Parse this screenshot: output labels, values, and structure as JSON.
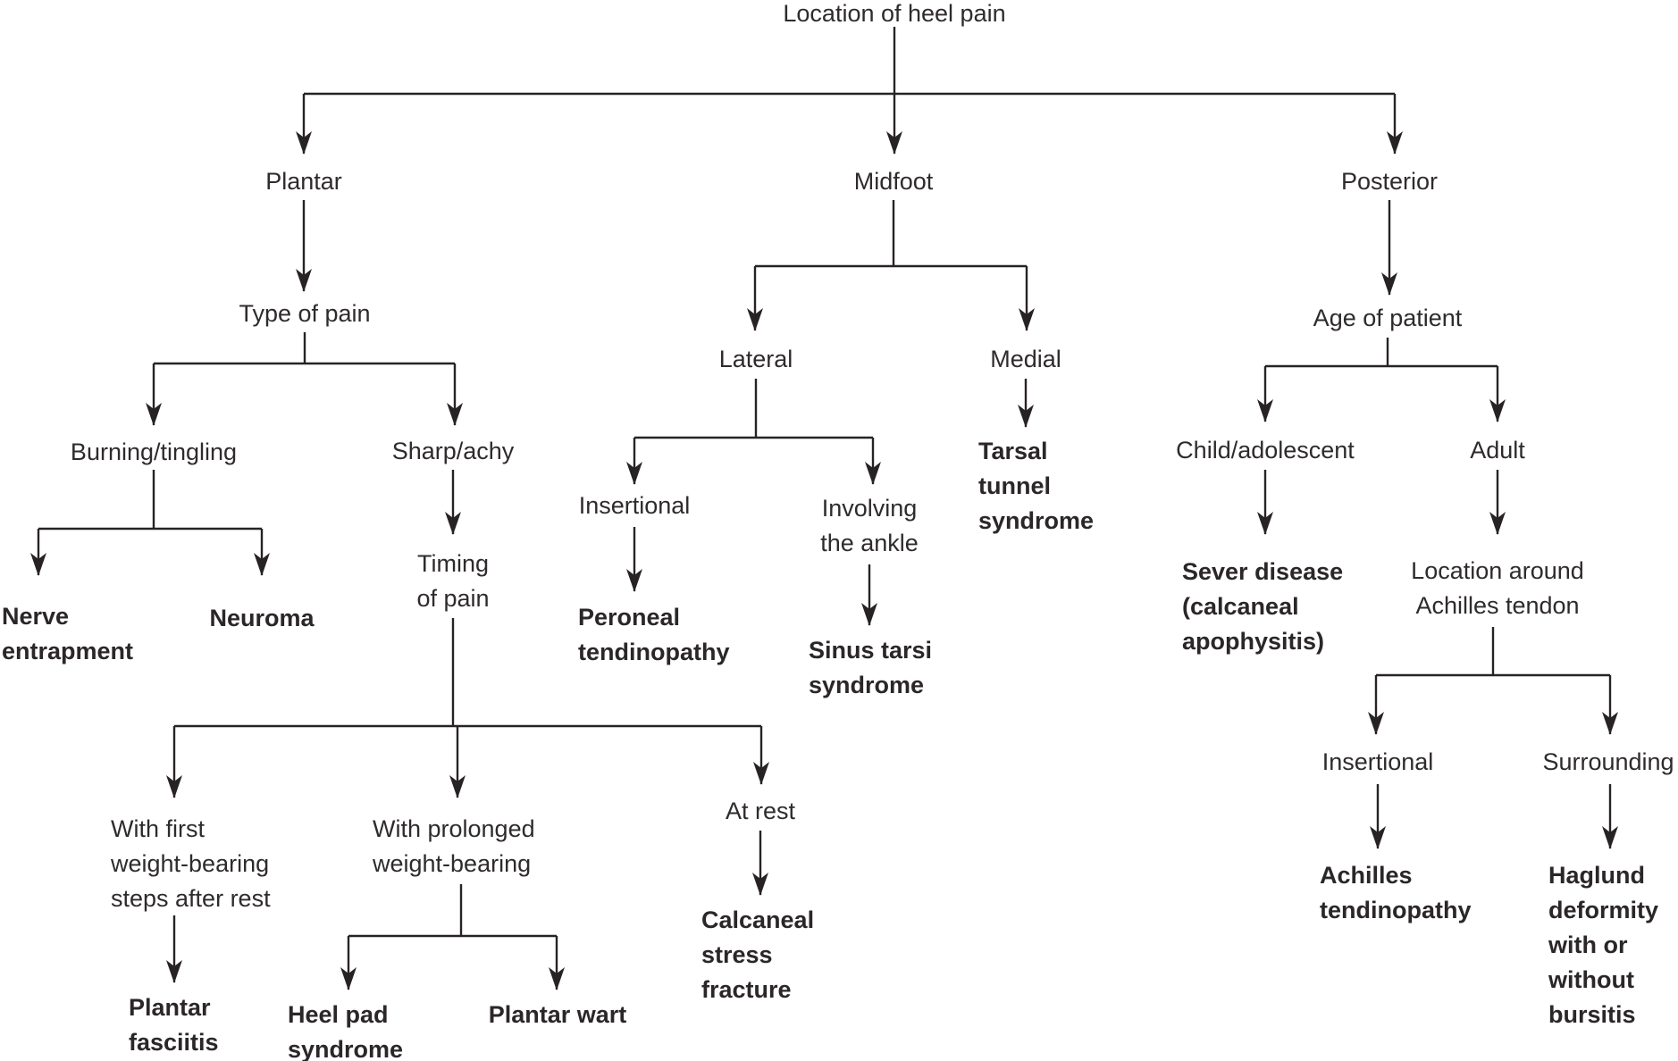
{
  "palette": {
    "background": "#ffffff",
    "text": "#2f2b2c",
    "diagnosis_text": "#2b2728",
    "line": "#272325"
  },
  "nodes": {
    "root": {
      "label": "Location of heel pain",
      "kind": "decision"
    },
    "plantar": {
      "label": "Plantar",
      "kind": "decision"
    },
    "midfoot": {
      "label": "Midfoot",
      "kind": "decision"
    },
    "posterior": {
      "label": "Posterior",
      "kind": "decision"
    },
    "type_of_pain": {
      "label": "Type of pain",
      "kind": "decision"
    },
    "burning_tingling": {
      "label": "Burning/tingling",
      "kind": "decision"
    },
    "sharp_achy": {
      "label": "Sharp/achy",
      "kind": "decision"
    },
    "nerve_entrapment": {
      "label": "Nerve\nentrapment",
      "kind": "diagnosis"
    },
    "neuroma": {
      "label": "Neuroma",
      "kind": "diagnosis"
    },
    "timing_of_pain": {
      "label": "Timing\nof pain",
      "kind": "decision"
    },
    "with_first": {
      "label": "With first\nweight-bearing\nsteps after rest",
      "kind": "decision"
    },
    "with_prolonged": {
      "label": "With prolonged\nweight-bearing",
      "kind": "decision"
    },
    "at_rest": {
      "label": "At rest",
      "kind": "decision"
    },
    "plantar_fasciitis": {
      "label": "Plantar\nfasciitis",
      "kind": "diagnosis"
    },
    "heel_pad_syndrome": {
      "label": "Heel pad\nsyndrome",
      "kind": "diagnosis"
    },
    "plantar_wart": {
      "label": "Plantar wart",
      "kind": "diagnosis"
    },
    "calcaneal_stress_fracture": {
      "label": "Calcaneal\nstress\nfracture",
      "kind": "diagnosis"
    },
    "lateral": {
      "label": "Lateral",
      "kind": "decision"
    },
    "medial": {
      "label": "Medial",
      "kind": "decision"
    },
    "insertional_lateral": {
      "label": "Insertional",
      "kind": "decision"
    },
    "involving_the_ankle": {
      "label": "Involving\nthe ankle",
      "kind": "decision"
    },
    "peroneal_tendinopathy": {
      "label": "Peroneal\ntendinopathy",
      "kind": "diagnosis"
    },
    "sinus_tarsi_syndrome": {
      "label": "Sinus tarsi\nsyndrome",
      "kind": "diagnosis"
    },
    "tarsal_tunnel_syndrome": {
      "label": "Tarsal\ntunnel\nsyndrome",
      "kind": "diagnosis"
    },
    "age_of_patient": {
      "label": "Age of patient",
      "kind": "decision"
    },
    "child_adolescent": {
      "label": "Child/adolescent",
      "kind": "decision"
    },
    "adult": {
      "label": "Adult",
      "kind": "decision"
    },
    "sever_disease": {
      "label": "Sever disease\n(calcaneal\napophysitis)",
      "kind": "diagnosis"
    },
    "location_around_achilles": {
      "label": "Location around\nAchilles tendon",
      "kind": "decision"
    },
    "insertional_posterior": {
      "label": "Insertional",
      "kind": "decision"
    },
    "surrounding": {
      "label": "Surrounding",
      "kind": "decision"
    },
    "achilles_tendinopathy": {
      "label": "Achilles\ntendinopathy",
      "kind": "diagnosis"
    },
    "haglund_deformity": {
      "label": "Haglund\ndeformity\nwith or\nwithout\nbursitis",
      "kind": "diagnosis"
    }
  },
  "edges": [
    [
      "root",
      "plantar"
    ],
    [
      "root",
      "midfoot"
    ],
    [
      "root",
      "posterior"
    ],
    [
      "plantar",
      "type_of_pain"
    ],
    [
      "type_of_pain",
      "burning_tingling"
    ],
    [
      "type_of_pain",
      "sharp_achy"
    ],
    [
      "burning_tingling",
      "nerve_entrapment"
    ],
    [
      "burning_tingling",
      "neuroma"
    ],
    [
      "sharp_achy",
      "timing_of_pain"
    ],
    [
      "timing_of_pain",
      "with_first"
    ],
    [
      "timing_of_pain",
      "with_prolonged"
    ],
    [
      "timing_of_pain",
      "at_rest"
    ],
    [
      "with_first",
      "plantar_fasciitis"
    ],
    [
      "with_prolonged",
      "heel_pad_syndrome"
    ],
    [
      "with_prolonged",
      "plantar_wart"
    ],
    [
      "at_rest",
      "calcaneal_stress_fracture"
    ],
    [
      "midfoot",
      "lateral"
    ],
    [
      "midfoot",
      "medial"
    ],
    [
      "lateral",
      "insertional_lateral"
    ],
    [
      "lateral",
      "involving_the_ankle"
    ],
    [
      "insertional_lateral",
      "peroneal_tendinopathy"
    ],
    [
      "involving_the_ankle",
      "sinus_tarsi_syndrome"
    ],
    [
      "medial",
      "tarsal_tunnel_syndrome"
    ],
    [
      "posterior",
      "age_of_patient"
    ],
    [
      "age_of_patient",
      "child_adolescent"
    ],
    [
      "age_of_patient",
      "adult"
    ],
    [
      "child_adolescent",
      "sever_disease"
    ],
    [
      "adult",
      "location_around_achilles"
    ],
    [
      "location_around_achilles",
      "insertional_posterior"
    ],
    [
      "location_around_achilles",
      "surrounding"
    ],
    [
      "insertional_posterior",
      "achilles_tendinopathy"
    ],
    [
      "surrounding",
      "haglund_deformity"
    ]
  ]
}
